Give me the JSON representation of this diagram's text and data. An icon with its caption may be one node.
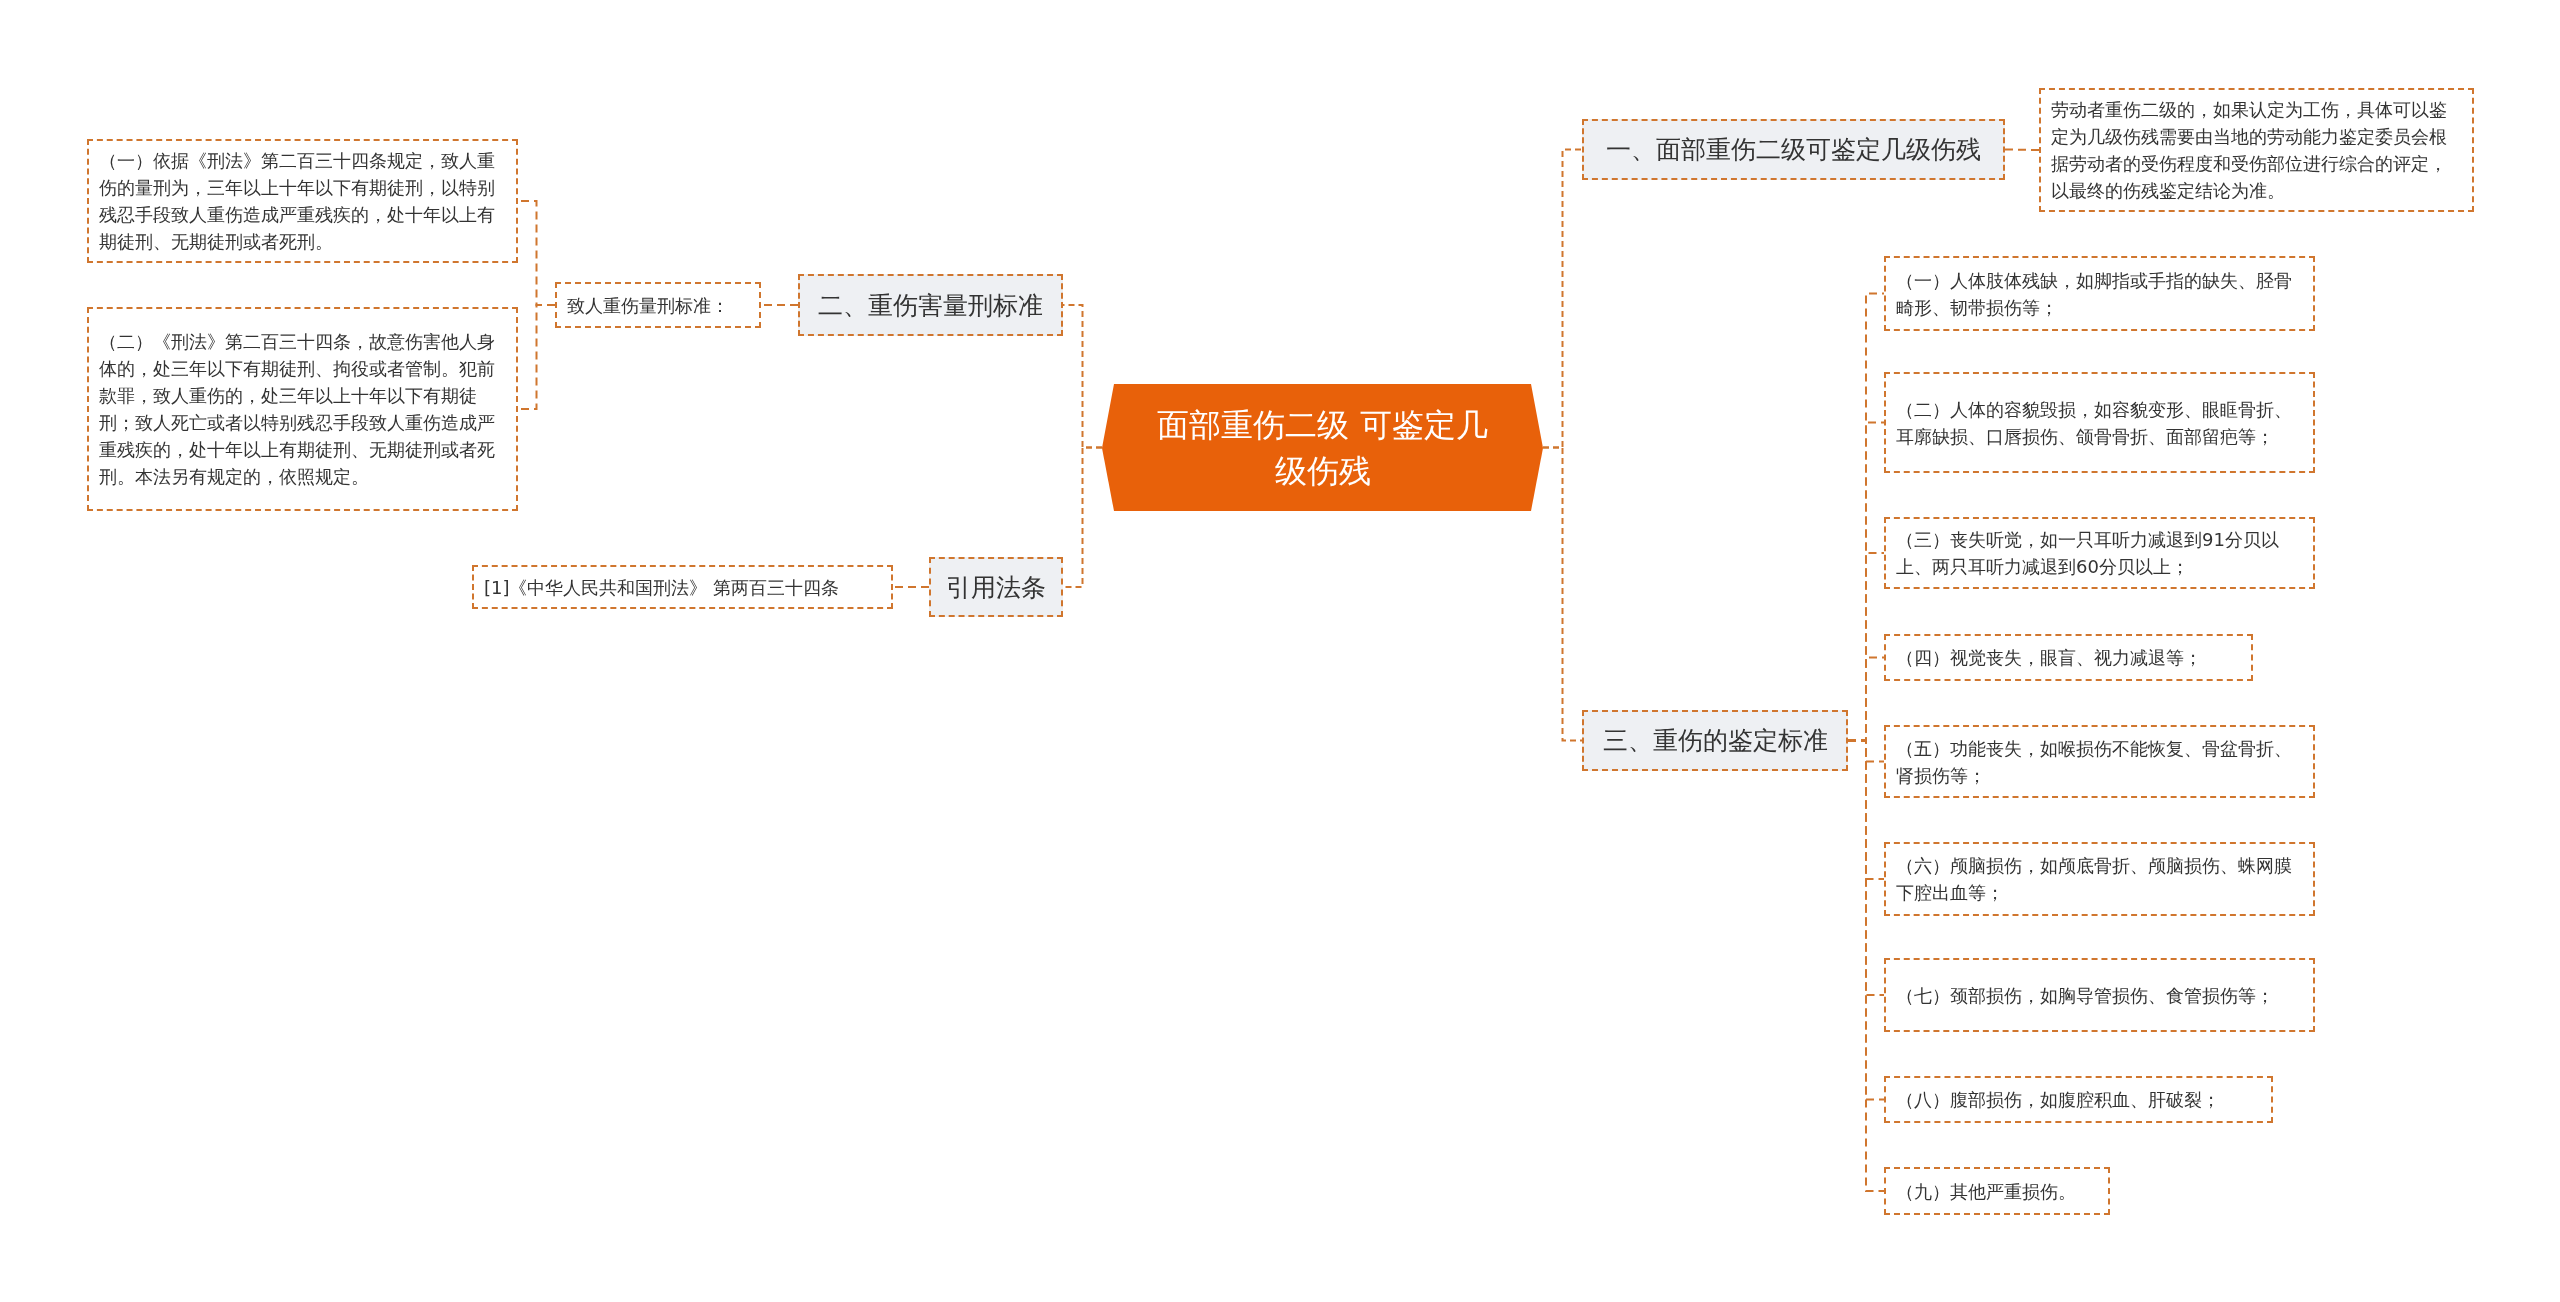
{
  "diagram": {
    "nodes": [
      {
        "text": [
          "面部重伤二级 可鉴定几级伤残"
        ]
      },
      {
        "text": [
          "一、面部重伤二级可鉴定几级伤残"
        ]
      },
      {
        "text": [
          "劳动者重伤二级的，如果认定为工伤，具体可以鉴定为几级伤残需要由当地的劳动能力鉴定委员会根据劳动者的受伤程度和受伤部位进行综合的评定，以最终的伤残鉴定结论为准。"
        ]
      },
      {
        "text": [
          "二、重伤害量刑标准"
        ]
      },
      {
        "text": [
          "致人重伤量刑标准："
        ]
      },
      {
        "text": [
          "（一）依据《刑法》第二百三十四条规定，致人重伤的量刑为，三年以上十年以下有期徒刑，以特别残忍手段致人重伤造成严重残疾的，处十年以上有期徒刑、无期徒刑或者死刑。"
        ]
      },
      {
        "text": [
          "（二）《刑法》第二百三十四条，故意伤害他人身体的，处三年以下有期徒刑、拘役或者管制。犯前款罪，致人重伤的，处三年以上十年以下有期徒刑；致人死亡或者以特别残忍手段致人重伤造成严重残疾的，处十年以上有期徒刑、无期徒刑或者死刑。本法另有规定的，依照规定。"
        ]
      },
      {
        "text": [
          "引用法条"
        ]
      },
      {
        "text": [
          "[1]《中华人民共和国刑法》 第两百三十四条"
        ]
      },
      {
        "text": [
          "三、重伤的鉴定标准"
        ]
      },
      {
        "text": [
          "（一）人体肢体残缺，如脚指或手指的缺失、胫骨畸形、韧带损伤等；"
        ]
      },
      {
        "text": [
          "（二）人体的容貌毁损，如容貌变形、眼眶骨折、耳廓缺损、口唇损伤、颌骨骨折、面部留疤等；"
        ]
      },
      {
        "text": [
          "（三）丧失听觉，如一只耳听力减退到91分贝以上、两只耳听力减退到60分贝以上；"
        ]
      },
      {
        "text": [
          "（四）视觉丧失，眼盲、视力减退等；"
        ]
      },
      {
        "text": [
          "（五）功能丧失，如喉损伤不能恢复、骨盆骨折、肾损伤等；"
        ]
      },
      {
        "text": [
          "（六）颅脑损伤，如颅底骨折、颅脑损伤、蛛网膜下腔出血等；"
        ]
      },
      {
        "text": [
          "（七）颈部损伤，如胸导管损伤、食管损伤等；"
        ]
      },
      {
        "text": [
          "（八）腹部损伤，如腹腔积血、肝破裂；"
        ]
      },
      {
        "text": [
          "（九）其他严重损伤。"
        ]
      }
    ],
    "edges": [
      {
        "from": 0,
        "to": 1,
        "arrow": "none"
      },
      {
        "from": 1,
        "to": 2,
        "arrow": "none"
      },
      {
        "from": 0,
        "to": 3,
        "arrow": "none"
      },
      {
        "from": 3,
        "to": 4,
        "arrow": "none"
      },
      {
        "from": 4,
        "to": 5,
        "arrow": "none"
      },
      {
        "from": 4,
        "to": 6,
        "arrow": "none"
      },
      {
        "from": 0,
        "to": 7,
        "arrow": "none"
      },
      {
        "from": 7,
        "to": 8,
        "arrow": "none"
      },
      {
        "from": 0,
        "to": 9,
        "arrow": "none"
      },
      {
        "from": 9,
        "to": 10,
        "arrow": "none"
      },
      {
        "from": 9,
        "to": 11,
        "arrow": "none"
      },
      {
        "from": 9,
        "to": 12,
        "arrow": "none"
      },
      {
        "from": 9,
        "to": 13,
        "arrow": "none"
      },
      {
        "from": 9,
        "to": 14,
        "arrow": "none"
      },
      {
        "from": 9,
        "to": 15,
        "arrow": "none"
      },
      {
        "from": 9,
        "to": 16,
        "arrow": "none"
      },
      {
        "from": 9,
        "to": 17,
        "arrow": "none"
      },
      {
        "from": 9,
        "to": 18,
        "arrow": "none"
      }
    ]
  }
}
